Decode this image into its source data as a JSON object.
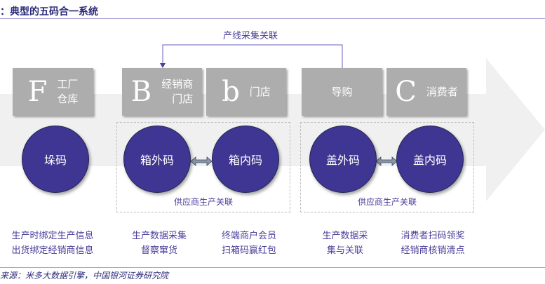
{
  "title": "：典型的五码合一系统",
  "top_link_label": "产线采集关联",
  "nodes": [
    {
      "letter": "F",
      "label_line1": "工厂",
      "label_line2": "仓库"
    },
    {
      "letter": "B",
      "label_line1": "经销商",
      "label_line2": "门店"
    },
    {
      "letter": "b",
      "label_line1": "门店",
      "label_line2": ""
    },
    {
      "letter": "",
      "label_line1": "导购",
      "label_line2": ""
    },
    {
      "letter": "C",
      "label_line1": "消费者",
      "label_line2": ""
    }
  ],
  "codes": [
    "垛码",
    "箱外码",
    "箱内码",
    "盖外码",
    "盖内码"
  ],
  "group_labels": [
    "供应商生产关联",
    "供应商生产关联"
  ],
  "descriptions": [
    [
      "生产时绑定生产信息",
      "出货绑定经销商信息"
    ],
    [
      "生产数据采集",
      "督察窜货"
    ],
    [
      "终端商户会员",
      "扫箱码赢红包"
    ],
    [
      "生产数据采",
      "集与关联"
    ],
    [
      "消费者扫码领奖",
      "经销商核销清点"
    ]
  ],
  "source": "来源：米多大数据引擎，中国银河证券研究院",
  "colors": {
    "accent": "#3f3592",
    "box": "#adadad",
    "arrow": "#f0f0f0"
  }
}
